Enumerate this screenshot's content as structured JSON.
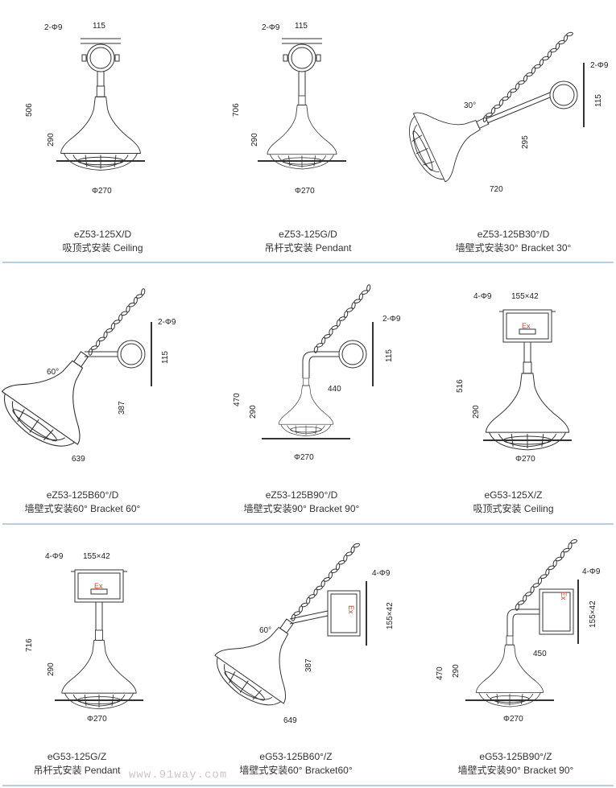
{
  "panels": [
    {
      "model": "eZ53-125X/D",
      "mount": "吸顶式安装 Ceiling",
      "dims": {
        "holes": "2-Φ9",
        "width": "115",
        "total": "506",
        "lamp": "290",
        "dia": "Φ270"
      }
    },
    {
      "model": "eZ53-125G/D",
      "mount": "吊杆式安装 Pendant",
      "dims": {
        "holes": "2-Φ9",
        "width": "115",
        "total": "706",
        "lamp": "290",
        "dia": "Φ270"
      }
    },
    {
      "model": "eZ53-125B30°/D",
      "mount": "墙壁式安装30°   Bracket 30°",
      "dims": {
        "holes": "2-Φ9",
        "width": "115",
        "angle": "30°",
        "height": "295",
        "reach": "720"
      }
    },
    {
      "model": "eZ53-125B60°/D",
      "mount": "墙壁式安装60°   Bracket 60°",
      "dims": {
        "holes": "2-Φ9",
        "width": "115",
        "angle": "60°",
        "height": "387",
        "reach": "639"
      }
    },
    {
      "model": "eZ53-125B90°/D",
      "mount": "墙壁式安装90°   Bracket 90°",
      "dims": {
        "holes": "2-Φ9",
        "width": "115",
        "total": "470",
        "lamp": "290",
        "reach": "440",
        "dia": "Φ270"
      }
    },
    {
      "model": "eG53-125X/Z",
      "mount": "吸顶式安装 Ceiling",
      "dims": {
        "holes": "4-Φ9",
        "box": "155×42",
        "ex": "Ex",
        "total": "516",
        "lamp": "290",
        "dia": "Φ270"
      }
    },
    {
      "model": "eG53-125G/Z",
      "mount": "吊杆式安装 Pendant",
      "dims": {
        "holes": "4-Φ9",
        "box": "155×42",
        "ex": "Ex",
        "total": "716",
        "lamp": "290",
        "dia": "Φ270"
      }
    },
    {
      "model": "eG53-125B60°/Z",
      "mount": "墙壁式安装60°   Bracket60°",
      "dims": {
        "holes": "4-Φ9",
        "box": "155×42",
        "ex": "Ex",
        "angle": "60°",
        "height": "387",
        "reach": "649"
      }
    },
    {
      "model": "eG53-125B90°/Z",
      "mount": "墙壁式安装90°   Bracket 90°",
      "dims": {
        "holes": "4-Φ9",
        "box": "155×42",
        "ex": "Ex",
        "total": "470",
        "lamp": "290",
        "reach": "450",
        "dia": "Φ270"
      }
    }
  ],
  "watermark": "www.91way.com"
}
